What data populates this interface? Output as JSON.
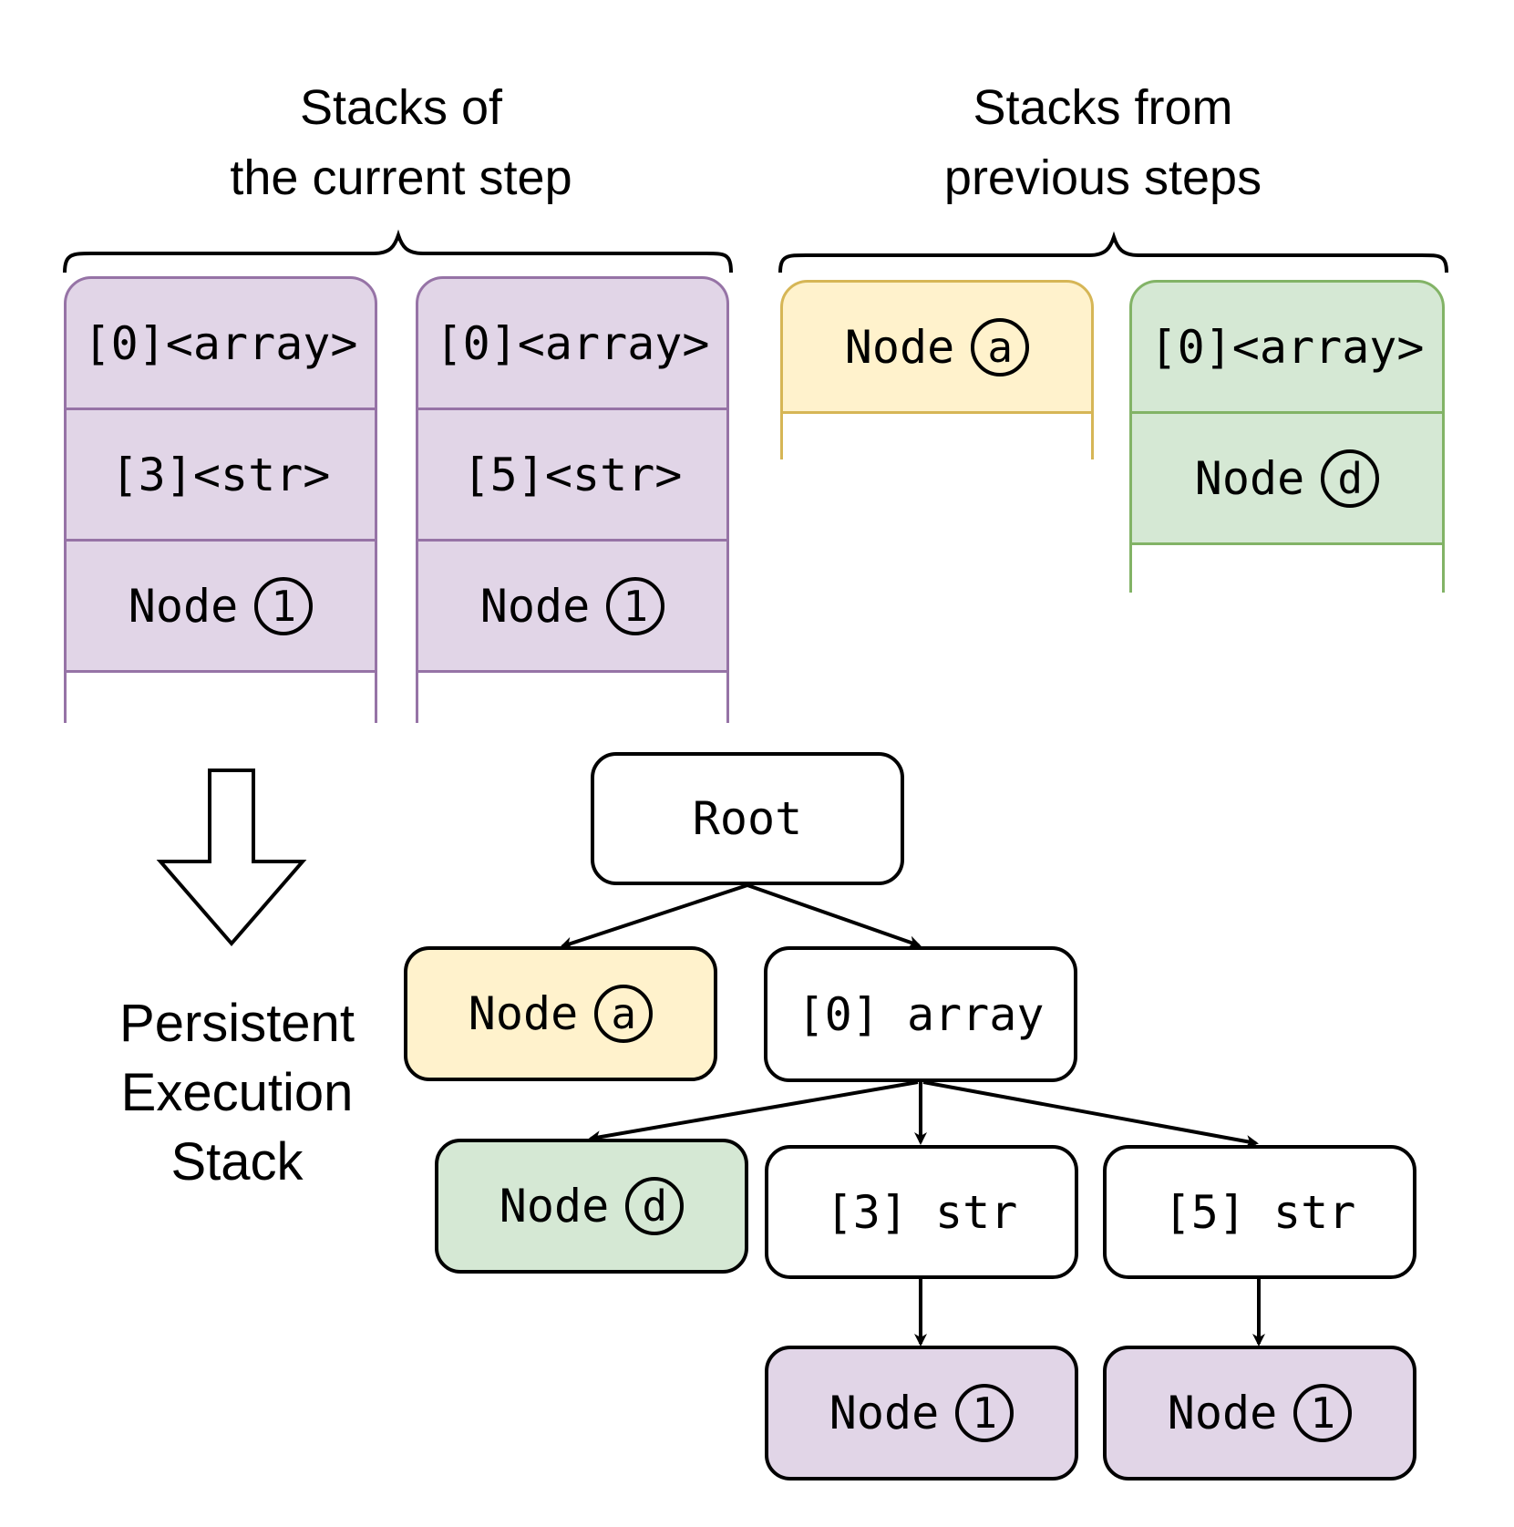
{
  "headers": {
    "current": [
      "Stacks of",
      "the current step"
    ],
    "previous": [
      "Stacks from",
      "previous steps"
    ]
  },
  "current_stacks": [
    {
      "cells": [
        {
          "text": "[0]<array>"
        },
        {
          "text": "[3]<str>"
        },
        {
          "text": "Node",
          "circle": "1"
        }
      ]
    },
    {
      "cells": [
        {
          "text": "[0]<array>"
        },
        {
          "text": "[5]<str>"
        },
        {
          "text": "Node",
          "circle": "1"
        }
      ]
    }
  ],
  "previous_stacks": [
    {
      "cells": [
        {
          "text": "Node",
          "circle": "a"
        }
      ]
    },
    {
      "cells": [
        {
          "text": "[0]<array>"
        },
        {
          "text": "Node",
          "circle": "d"
        }
      ]
    }
  ],
  "side_label": [
    "Persistent",
    "Execution",
    "Stack"
  ],
  "tree": {
    "root": "Root",
    "node_a": {
      "text": "Node",
      "circle": "a"
    },
    "array": "[0] array",
    "node_d": {
      "text": "Node",
      "circle": "d"
    },
    "str3": "[3] str",
    "str5": "[5] str",
    "node_1_left": {
      "text": "Node",
      "circle": "1"
    },
    "node_1_right": {
      "text": "Node",
      "circle": "1"
    }
  },
  "colors": {
    "purple_fill": "#e1d5e7",
    "purple_stroke": "#9673a6",
    "yellow_fill": "#fff2cc",
    "yellow_stroke": "#d6b656",
    "green_fill": "#d5e8d4",
    "green_stroke": "#82b366"
  }
}
